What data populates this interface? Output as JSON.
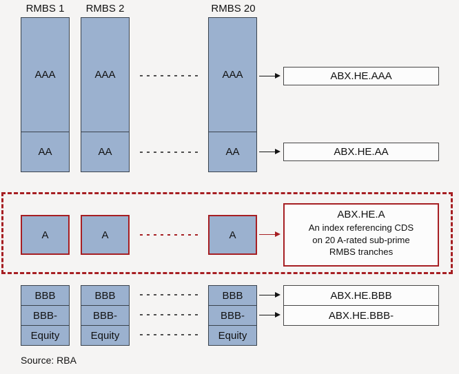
{
  "columns": [
    {
      "label": "RMBS 1"
    },
    {
      "label": "RMBS 2"
    },
    {
      "label": "RMBS 20"
    }
  ],
  "tranches": {
    "aaa": "AAA",
    "aa": "AA",
    "a": "A",
    "bbb": "BBB",
    "bbb_minus": "BBB-",
    "equity": "Equity"
  },
  "indices": {
    "aaa": "ABX.HE.AAA",
    "aa": "ABX.HE.AA",
    "a_title": "ABX.HE.A",
    "a_desc": "An index referencing CDS\non 20 A-rated sub-prime\nRMBS tranches",
    "bbb": "ABX.HE.BBB",
    "bbb_minus": "ABX.HE.BBB-"
  },
  "source": "Source: RBA",
  "colors": {
    "tranche_fill": "#9bb1cf",
    "tranche_border": "#39424c",
    "highlight_red": "#a61e22",
    "background": "#f5f4f3",
    "index_box_bg": "#fcfcfc",
    "index_box_border": "#454545",
    "connector_gray": "#4d4d4d"
  }
}
